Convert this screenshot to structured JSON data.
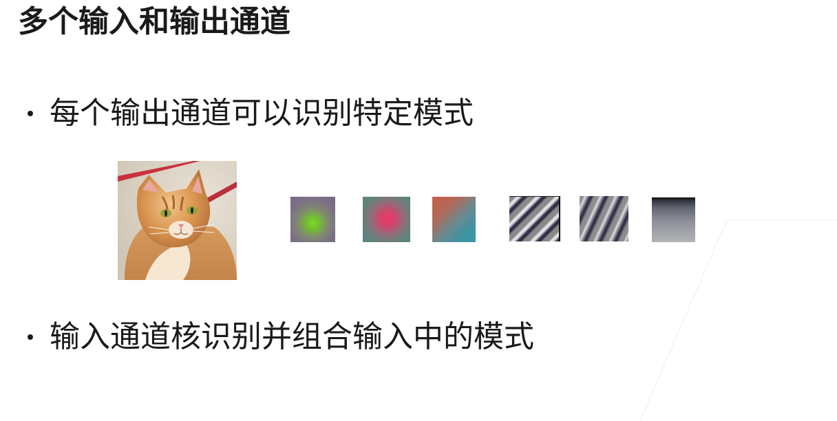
{
  "slide": {
    "title": "多个输入和输出通道",
    "bullets": [
      "每个输出通道可以识别特定模式",
      "输入通道核识别并组合输入中的模式"
    ]
  },
  "images": {
    "main_photo": "cat-photo",
    "filter_patches": [
      "green-blob-filter",
      "pink-blob-filter",
      "red-teal-gradient-filter",
      "diagonal-stripe-filter",
      "steep-stripe-filter",
      "dark-top-gradient-filter"
    ]
  },
  "colors": {
    "text": "#1a1a1a",
    "background": "#ffffff"
  }
}
